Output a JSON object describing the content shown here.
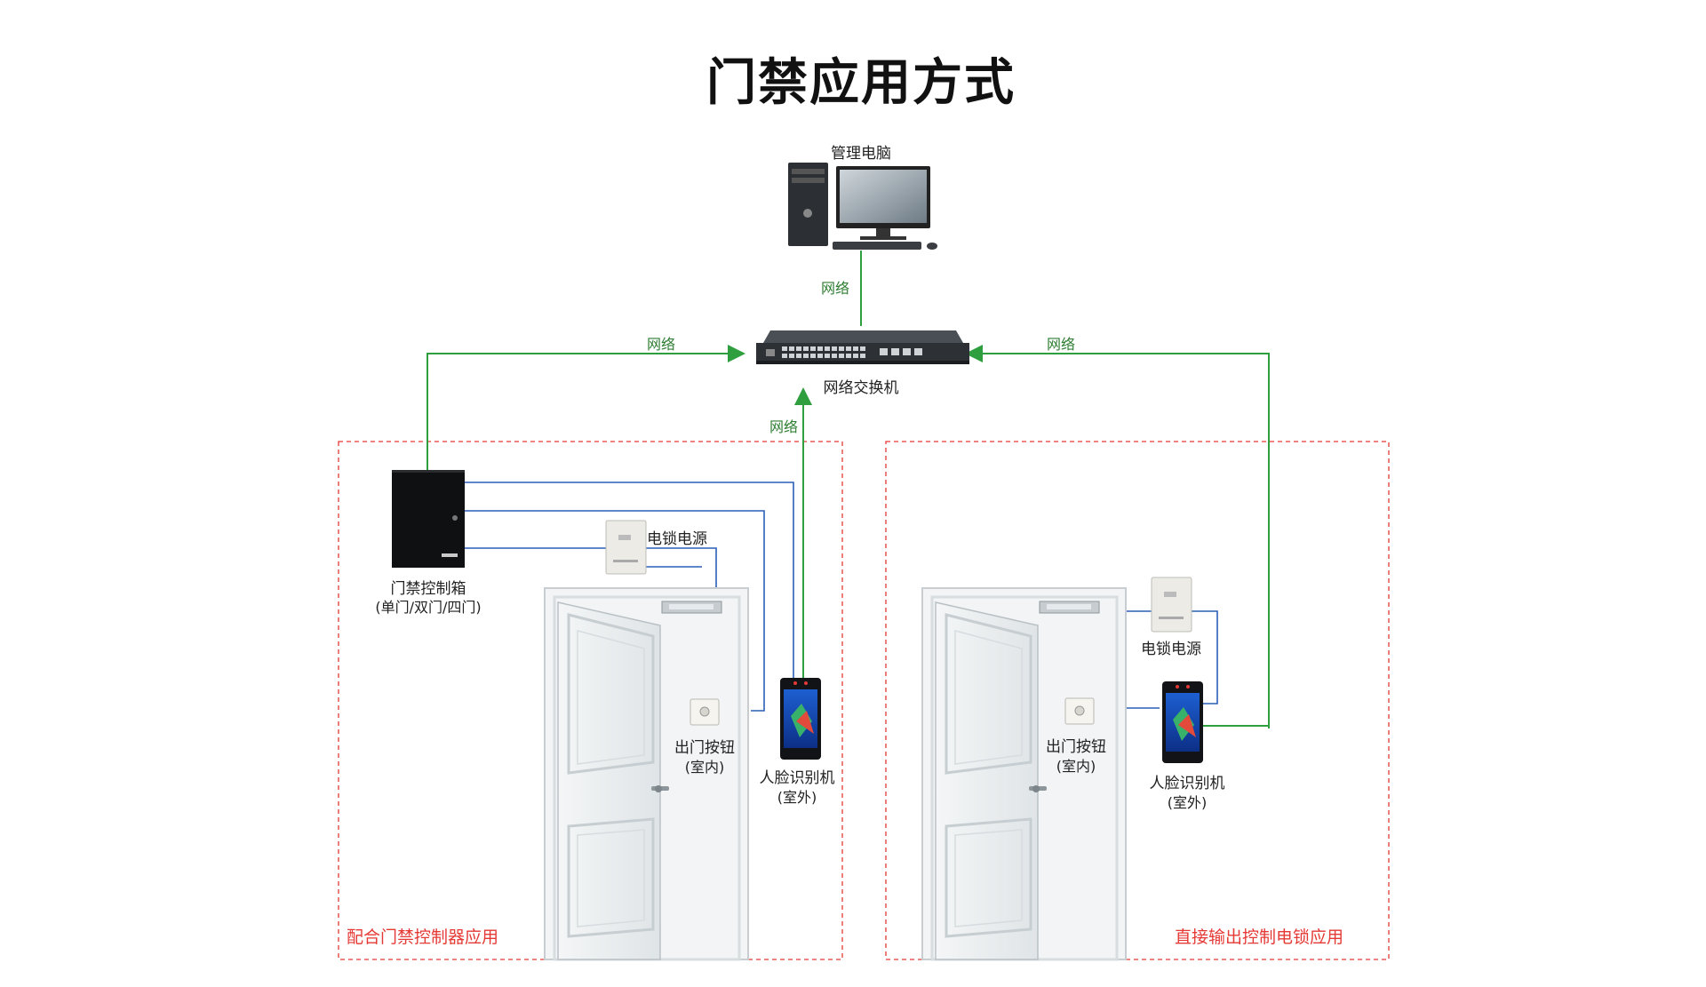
{
  "title": "门禁应用方式",
  "labels": {
    "management_pc": "管理电脑",
    "network_top": "网络",
    "network_left": "网络",
    "network_right": "网络",
    "network_center": "网络",
    "switch": "网络交换机",
    "controller_box": "门禁控制箱",
    "controller_box_sub": "(单门/双门/四门)",
    "lock_power_left": "电锁电源",
    "lock_power_right": "电锁电源",
    "exit_button_left": "出门按钮",
    "exit_button_left_sub": "(室内)",
    "exit_button_right": "出门按钮",
    "exit_button_right_sub": "(室内)",
    "face_left": "人脸识别机",
    "face_left_sub": "(室外)",
    "face_right": "人脸识别机",
    "face_right_sub": "(室外)",
    "scheme_left": "配合门禁控制器应用",
    "scheme_right": "直接输出控制电锁应用"
  },
  "colors": {
    "network_line": "#2e9e3e",
    "signal_line": "#2b5fb8",
    "dashed_frame": "#e53935",
    "title_text": "#111111"
  }
}
